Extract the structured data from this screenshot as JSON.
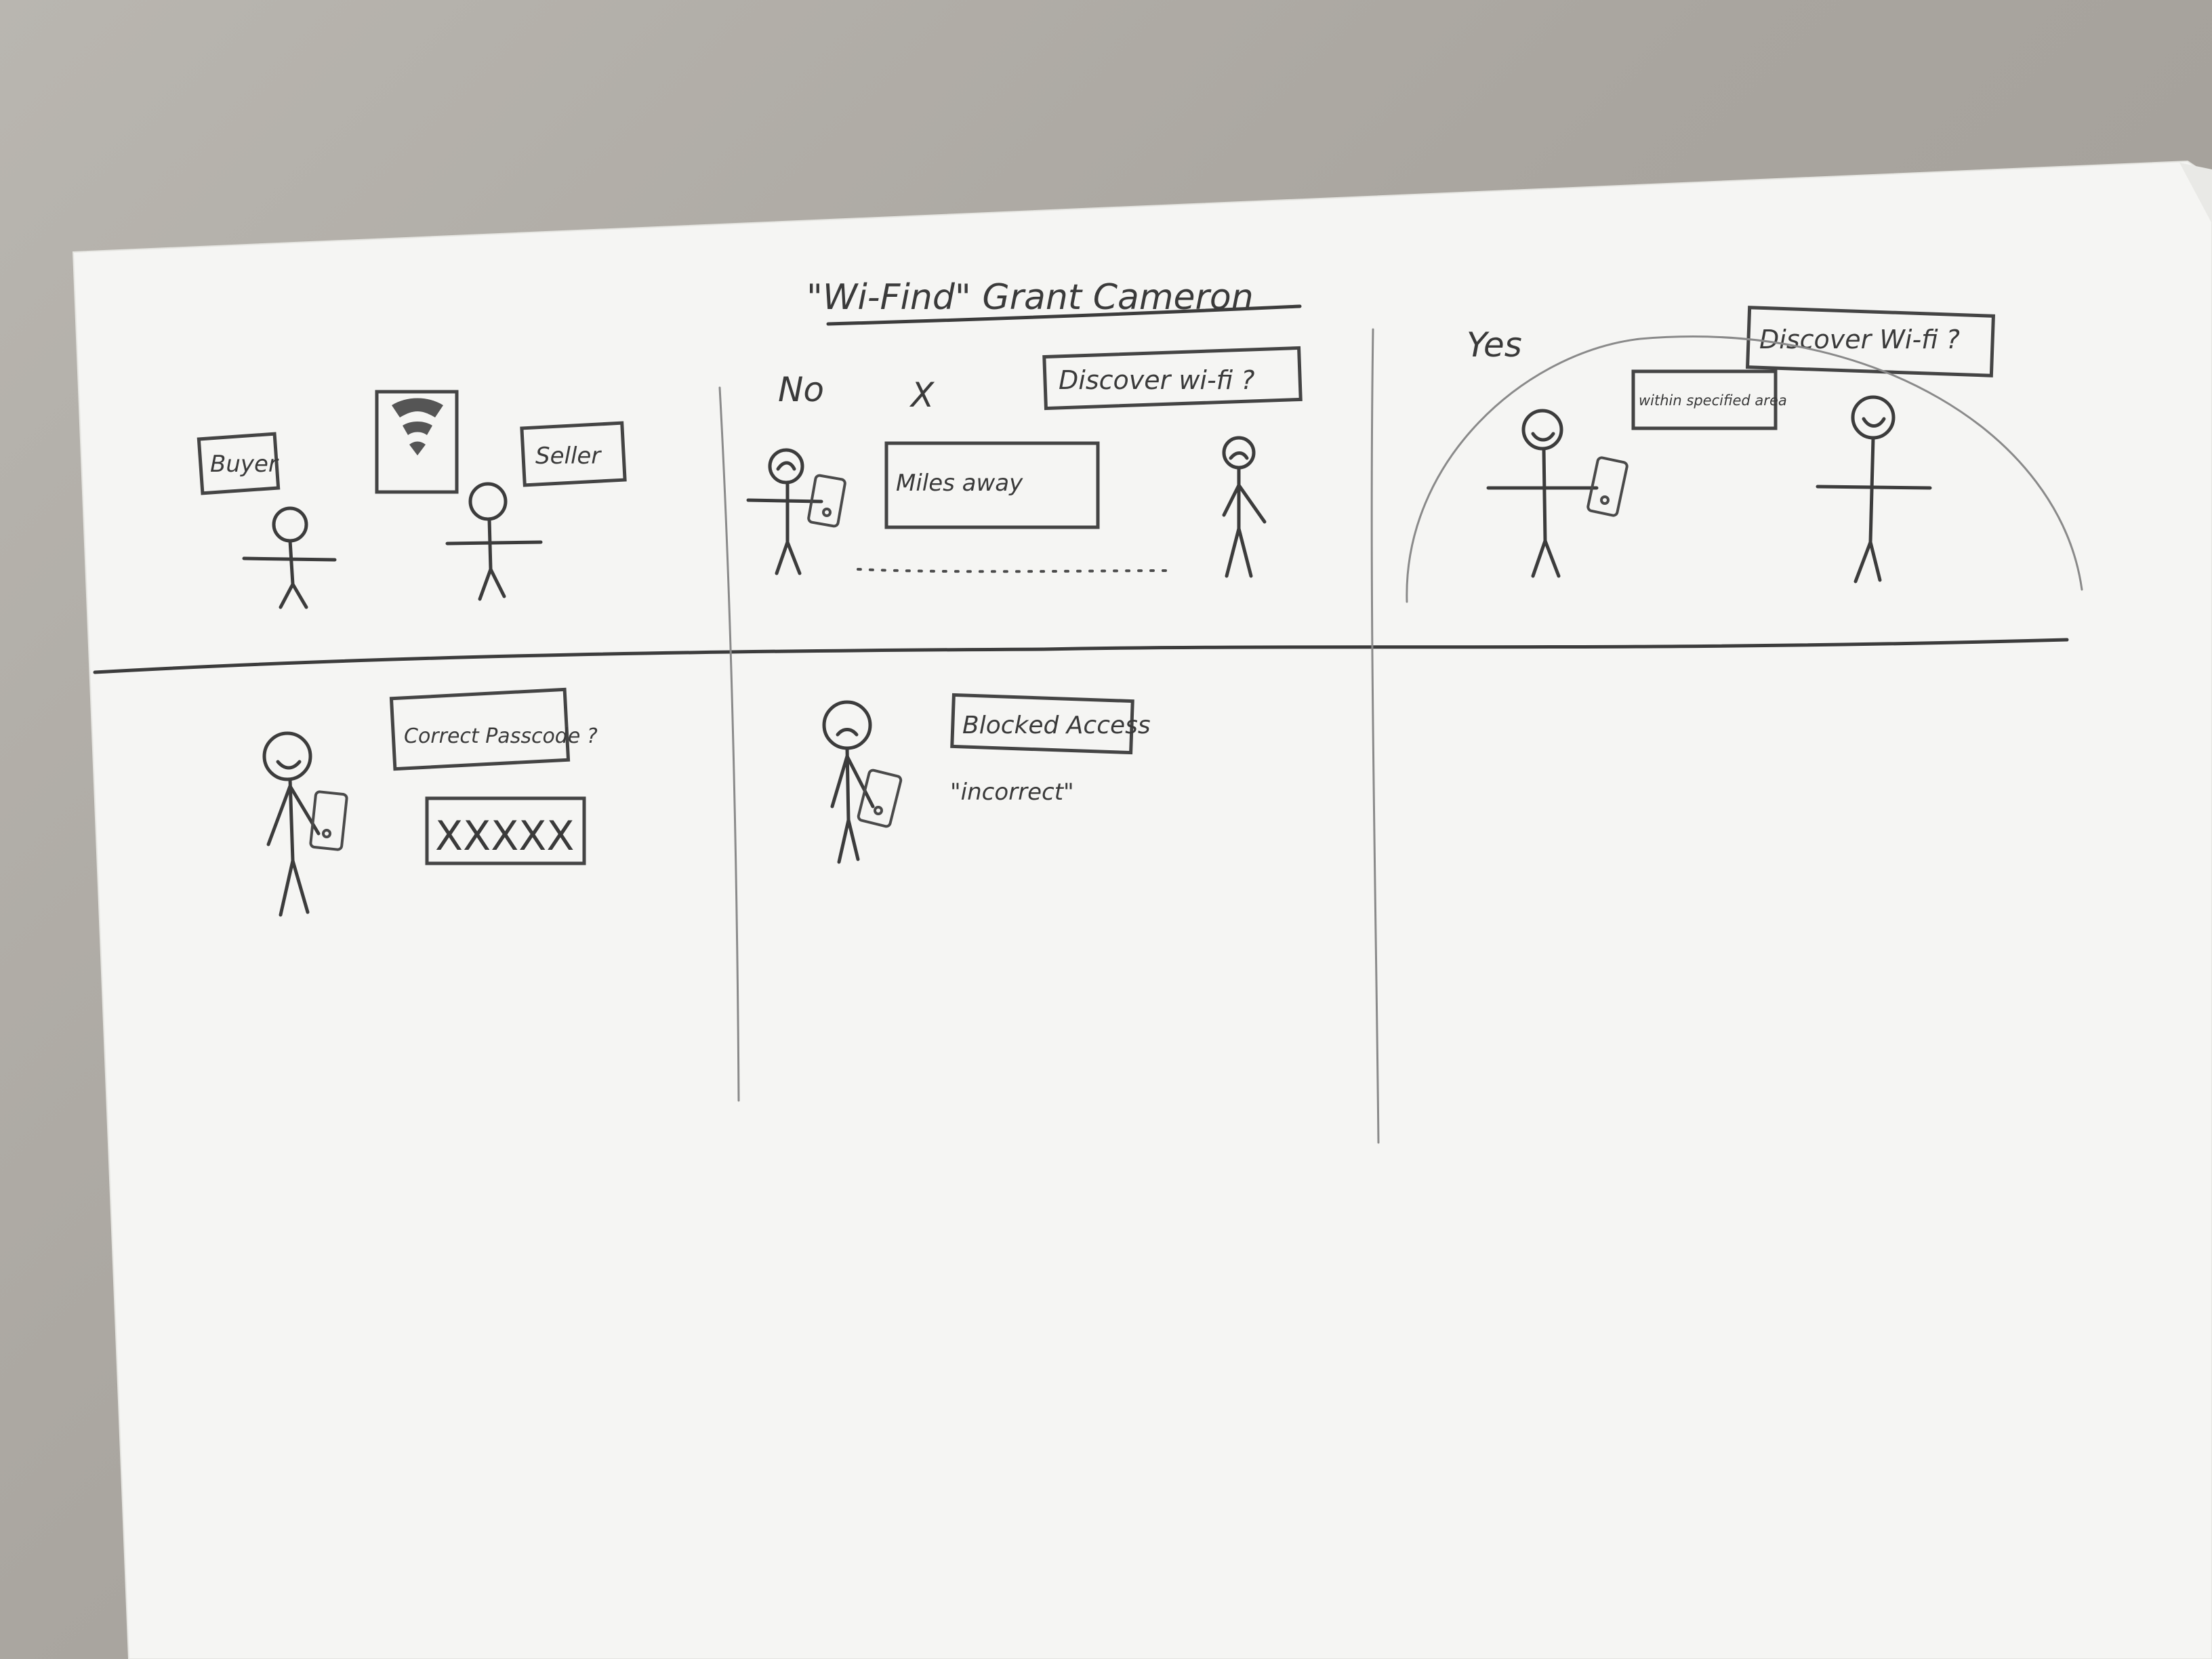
{
  "title": "\"Wi-Find\" Grant Cameron",
  "panels": {
    "intro": {
      "buyer_label": "Buyer",
      "seller_label": "Seller"
    },
    "no": {
      "heading": "No",
      "mark": "X",
      "prompt": "Discover wi-fi ?",
      "distance_note": "Miles away"
    },
    "yes": {
      "heading": "Yes",
      "prompt": "Discover Wi-fi ?",
      "area_note": "within specified area"
    },
    "password": {
      "prompt": "Correct Passcode ?",
      "masked_field": "XXXXX"
    },
    "blocked": {
      "status": "Blocked Access",
      "quote": "\"incorrect\""
    }
  },
  "icons": {
    "wifi": "wifi-icon",
    "phone": "phone-icon"
  },
  "colors": {
    "paper": "#f4f4f2",
    "table": "#aeaaa4",
    "pencil": "#3c3c3c"
  }
}
